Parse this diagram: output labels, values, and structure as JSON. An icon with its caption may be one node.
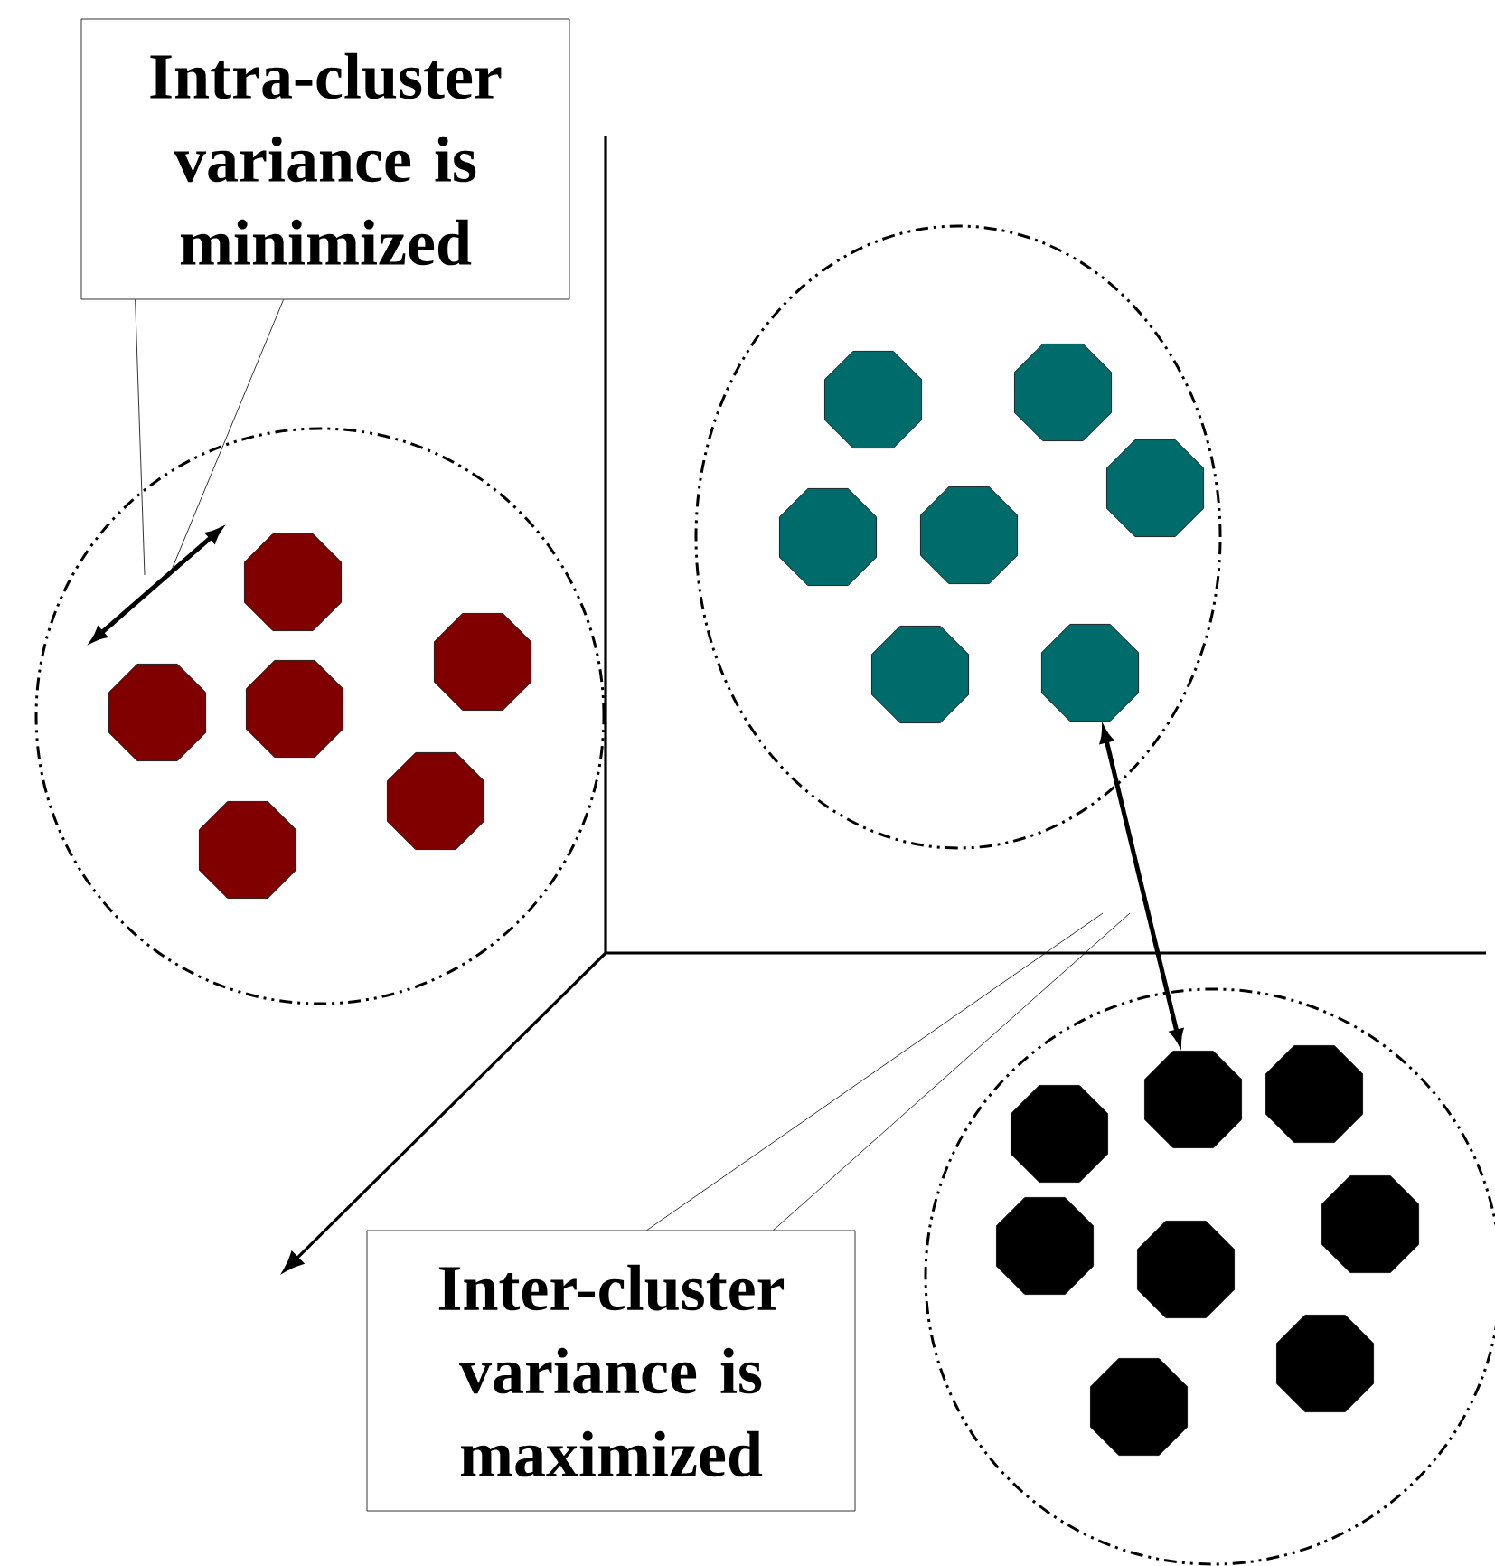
{
  "diagram": {
    "nodes": [
      {
        "text": [
          "Intra-cluster variance is minimized"
        ]
      },
      {
        "text": [
          "Inter-cluster variance is maximized"
        ]
      },
      {
        "text": [],
        "shape": "circle"
      },
      {
        "text": [],
        "shape": "circle"
      },
      {
        "text": [],
        "shape": "circle"
      },
      {
        "text": [],
        "shape": "octagon",
        "in": 2
      },
      {
        "text": [],
        "shape": "octagon",
        "in": 2
      },
      {
        "text": [],
        "shape": "octagon",
        "in": 2
      },
      {
        "text": [],
        "shape": "octagon",
        "in": 2
      },
      {
        "text": [],
        "shape": "octagon",
        "in": 2
      },
      {
        "text": [],
        "shape": "octagon",
        "in": 2
      },
      {
        "text": [],
        "shape": "octagon",
        "in": 3
      },
      {
        "text": [],
        "shape": "octagon",
        "in": 3
      },
      {
        "text": [],
        "shape": "octagon",
        "in": 3
      },
      {
        "text": [],
        "shape": "octagon",
        "in": 3
      },
      {
        "text": [],
        "shape": "octagon",
        "in": 3
      },
      {
        "text": [],
        "shape": "octagon",
        "in": 3
      },
      {
        "text": [],
        "shape": "octagon",
        "in": 3
      },
      {
        "text": [],
        "shape": "octagon",
        "in": 4
      },
      {
        "text": [],
        "shape": "octagon",
        "in": 4
      },
      {
        "text": [],
        "shape": "octagon",
        "in": 4
      },
      {
        "text": [],
        "shape": "octagon",
        "in": 4
      },
      {
        "text": [],
        "shape": "octagon",
        "in": 4
      },
      {
        "text": [],
        "shape": "octagon",
        "in": 4
      },
      {
        "text": [],
        "shape": "octagon",
        "in": 4
      },
      {
        "text": [],
        "shape": "octagon",
        "in": 4
      }
    ],
    "edges": [
      {
        "from": 0,
        "to": null,
        "arrow": "none"
      },
      {
        "from": 0,
        "to": null,
        "arrow": "none"
      },
      {
        "from": 1,
        "to": null,
        "arrow": "none"
      },
      {
        "from": 1,
        "to": null,
        "arrow": "none"
      },
      {
        "from": 17,
        "to": 19,
        "arrow": "both",
        "style": "thick"
      }
    ]
  }
}
